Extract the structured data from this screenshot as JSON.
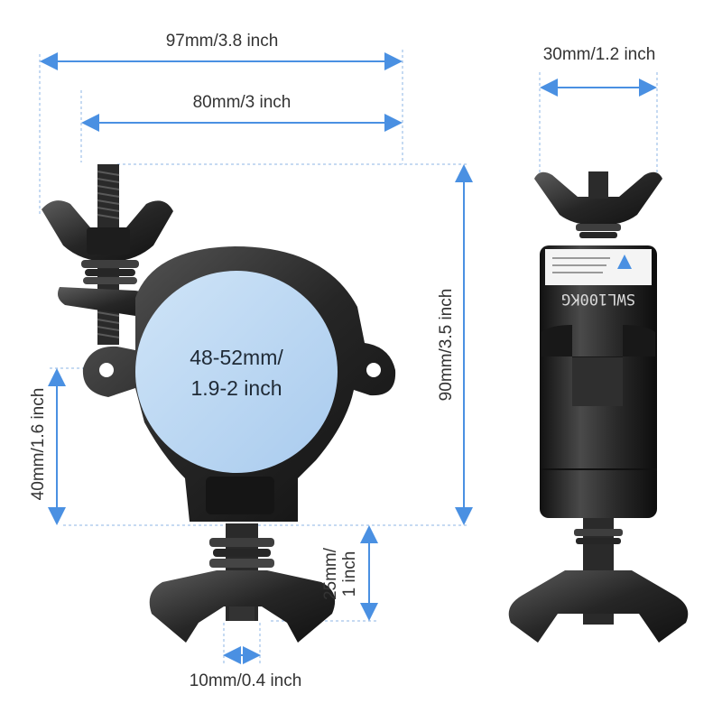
{
  "colors": {
    "dimension": "#4a90e2",
    "pipe_fill": "#bcd9f2",
    "metal_dark": "#1b1b1b",
    "metal_mid": "#3a3a3a",
    "metal_light": "#5c5c5c"
  },
  "dimensions": {
    "overall_width": "97mm/3.8 inch",
    "inner_width": "80mm/3 inch",
    "side_width": "30mm/1.2 inch",
    "height": "90mm/3.5 inch",
    "lower_height": "40mm/1.6 inch",
    "bolt_length_line1": "25mm/",
    "bolt_length_line2": "1 inch",
    "bolt_diameter": "10mm/0.4 inch"
  },
  "pipe_range": {
    "line1": "48-52mm/",
    "line2": "1.9-2 inch"
  },
  "side_view": {
    "load_label": "SWL100KG"
  }
}
